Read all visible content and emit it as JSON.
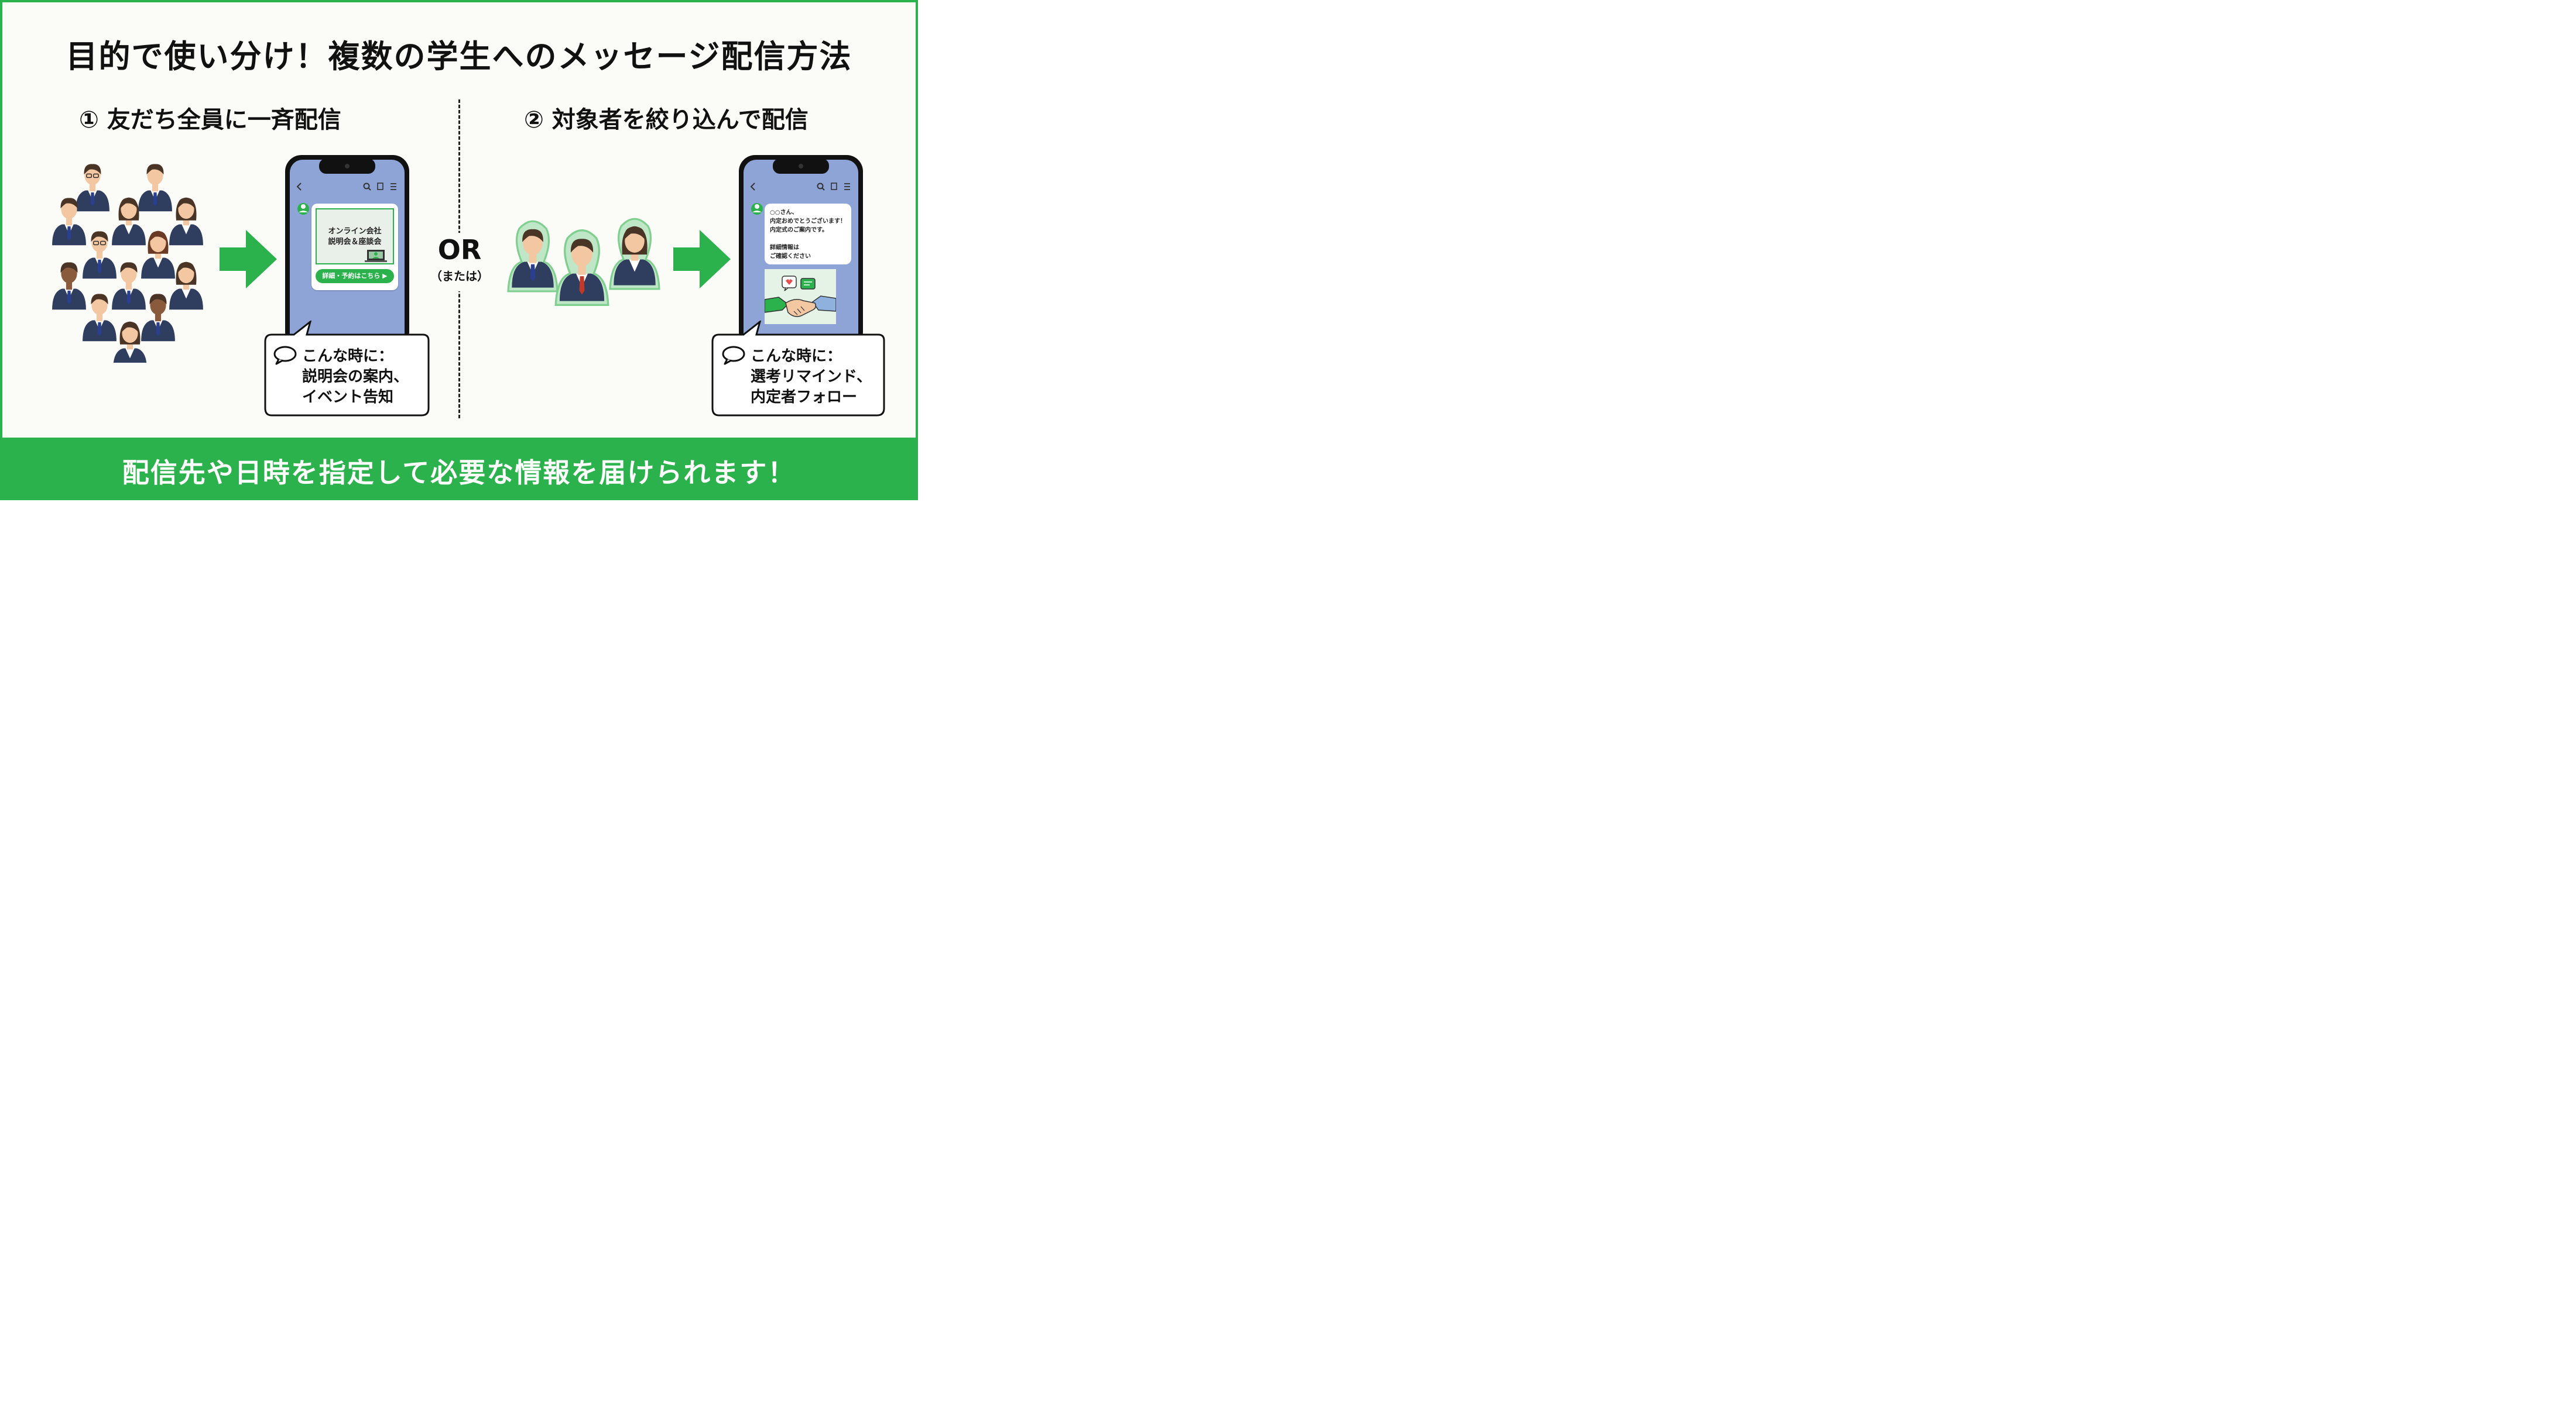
{
  "title": "目的で使い分け！複数の学生へのメッセージ配信方法",
  "section1": {
    "heading": "① 友だち全員に一斉配信",
    "card_title_line1": "オンライン会社",
    "card_title_line2": "説明会＆座談会",
    "card_button": "詳細・予約はこちら ▶",
    "usecase_label": "こんな時に：",
    "usecase_line1": "説明会の案内、",
    "usecase_line2": "イベント告知"
  },
  "or": {
    "label": "OR",
    "sub": "（または）"
  },
  "section2": {
    "heading": "② 対象者を絞り込んで配信",
    "message_line1": "○○さん、",
    "message_line2": "内定おめでとうございます！",
    "message_line3": "内定式のご案内です。",
    "message_line4": "詳細情報は",
    "message_line5": "ご確認ください",
    "usecase_label": "こんな時に：",
    "usecase_line1": "選考リマインド、",
    "usecase_line2": "内定者フォロー"
  },
  "footer": "配信先や日時を指定して必要な情報を届けられます！",
  "colors": {
    "brand_green": "#2bb24c",
    "phone_screen": "#8ea3d6",
    "suit": "#2f3d5e",
    "skin": "#f2c7a2",
    "hair": "#4a3426"
  },
  "icons": {
    "back": "chevron-left-icon",
    "search": "search-icon",
    "notes": "notes-icon",
    "menu": "menu-icon",
    "speech": "speech-bubble-icon",
    "handshake": "handshake-icon",
    "heart": "heart-icon"
  }
}
